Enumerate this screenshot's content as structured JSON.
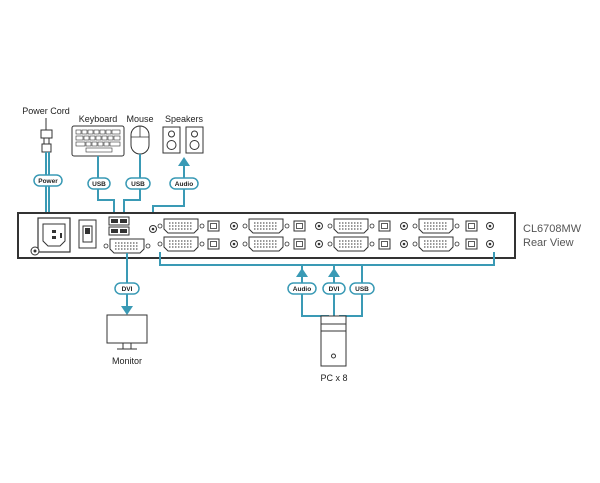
{
  "devices": {
    "power_cord": "Power Cord",
    "keyboard": "Keyboard",
    "mouse": "Mouse",
    "speakers": "Speakers",
    "monitor": "Monitor",
    "pc": "PC x 8"
  },
  "connectors": {
    "power": "Power",
    "keyboard_usb": "USB",
    "mouse_usb": "USB",
    "speakers_audio": "Audio",
    "monitor_dvi": "DVI",
    "pc_audio": "Audio",
    "pc_dvi": "DVI",
    "pc_usb": "USB"
  },
  "unit": {
    "model": "CL6708MW",
    "view": "Rear View"
  },
  "colors": {
    "cable": "#3a9ab5",
    "outline": "#333333",
    "panel_fill": "#ffffff"
  }
}
